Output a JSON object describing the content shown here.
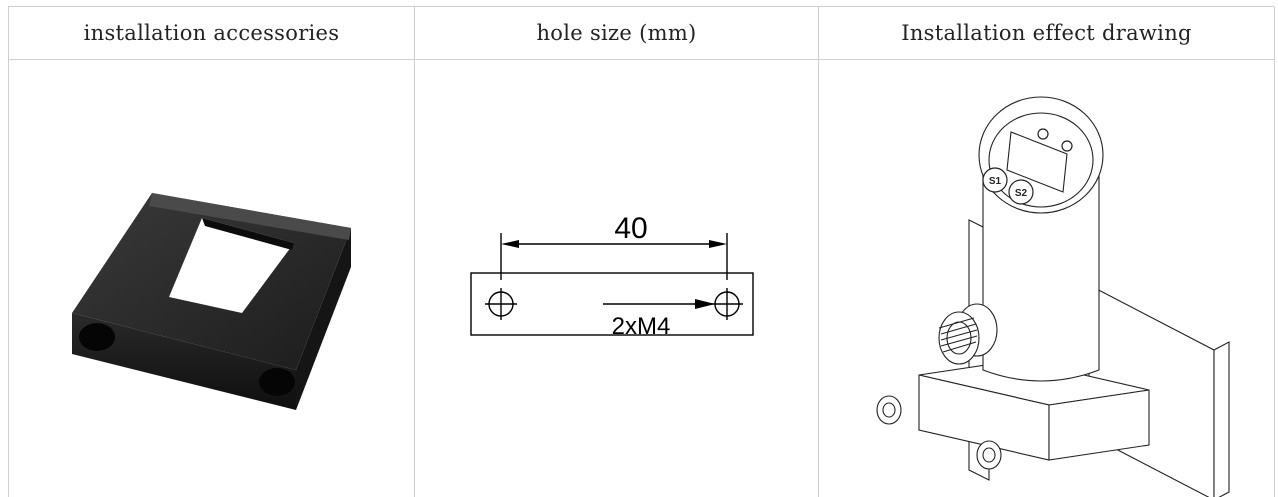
{
  "headers": {
    "accessories": "installation accessories",
    "hole_size": "hole size (mm)",
    "effect": "Installation effect drawing"
  },
  "drawing": {
    "dimension": "40",
    "thread": "2xM4"
  },
  "sensor": {
    "button1": "S1",
    "button2": "S2"
  }
}
